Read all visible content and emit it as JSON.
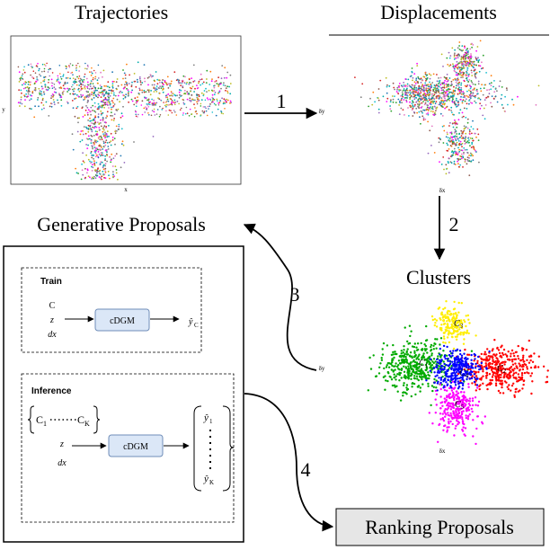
{
  "panels": {
    "trajectories": {
      "title": "Trajectories",
      "xlabel": "x",
      "ylabel": "y"
    },
    "displacements": {
      "title": "Displacements",
      "xlabel": "δx",
      "ylabel": "δy"
    },
    "clusters": {
      "title": "Clusters",
      "xlabel": "δx",
      "ylabel": "δy",
      "labels": {
        "c1": "C1",
        "c2": "C2",
        "c3": "C3",
        "c4": "C4",
        "c5": "C5"
      },
      "colors": {
        "c1": "#00aa00",
        "c2": "#ff0000",
        "c3": "#ffee00",
        "c4": "#0000ff",
        "c5": "#ff00ff"
      }
    },
    "generative": {
      "title": "Generative Proposals"
    },
    "ranking": {
      "title": "Ranking Proposals"
    }
  },
  "steps": {
    "s1": "1",
    "s2": "2",
    "s3": "3",
    "s4": "4"
  },
  "train": {
    "title": "Train",
    "c": "C",
    "z": "z",
    "dx": "dx",
    "cdgm": "cDGM",
    "output": "ŷ",
    "output_sub": "C"
  },
  "inference": {
    "title": "Inference",
    "c1": "C",
    "c1_sub": "1",
    "ck": "C",
    "ck_sub": "K",
    "z": "z",
    "dx": "dx",
    "cdgm": "cDGM",
    "y1": "ŷ",
    "y1_sub": "1",
    "yk": "ŷ",
    "yk_sub": "K"
  },
  "colors": {
    "box_fill": "#dbe7f7",
    "box_stroke": "#6f8db8",
    "ranking_fill": "#e6e6e6"
  }
}
